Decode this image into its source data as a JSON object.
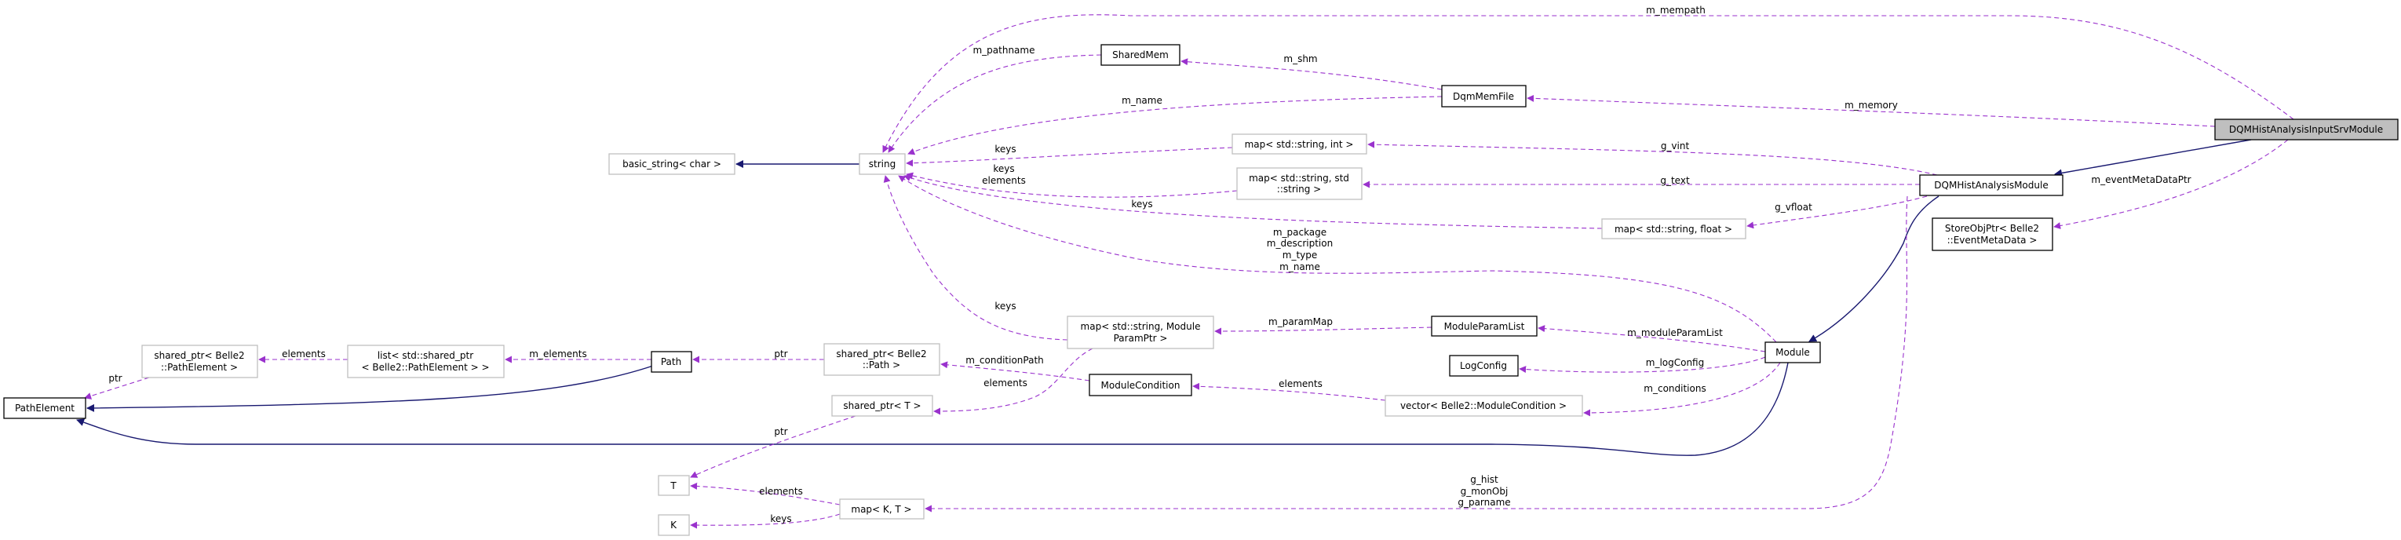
{
  "nodes": {
    "input_srv": [
      "DQMHistAnalysisInputSrvModule"
    ],
    "hist_analysis": [
      "DQMHistAnalysisModule"
    ],
    "store_obj_ptr": [
      "StoreObjPtr< Belle2",
      "::EventMetaData >"
    ],
    "map_float": [
      "map< std::string, float >"
    ],
    "module": [
      "Module"
    ],
    "dqm_mem_file": [
      "DqmMemFile"
    ],
    "shared_mem": [
      "SharedMem"
    ],
    "map_int": [
      "map< std::string, int >"
    ],
    "map_string": [
      "map< std::string, std",
      "::string >"
    ],
    "string": [
      "string"
    ],
    "basic_string": [
      "basic_string< char >"
    ],
    "map_param": [
      "map< std::string, Module",
      "ParamPtr >"
    ],
    "module_param_list": [
      "ModuleParamList"
    ],
    "log_config": [
      "LogConfig"
    ],
    "module_condition": [
      "ModuleCondition"
    ],
    "vector_condition": [
      "vector< Belle2::ModuleCondition >"
    ],
    "shared_ptr_path": [
      "shared_ptr< Belle2",
      "::Path >"
    ],
    "shared_ptr_t": [
      "shared_ptr< T >"
    ],
    "map_kt": [
      "map< K, T >"
    ],
    "t": [
      "T"
    ],
    "k": [
      "K"
    ],
    "path": [
      "Path"
    ],
    "list_shared_ptr": [
      "list< std::shared_ptr",
      "< Belle2::PathElement > >"
    ],
    "shared_ptr_path_element": [
      "shared_ptr< Belle2",
      "::PathElement >"
    ],
    "path_element": [
      "PathElement"
    ]
  },
  "edges": {
    "m_mempath": "m_mempath",
    "m_pathname": "m_pathname",
    "m_shm": "m_shm",
    "m_name": "m_name",
    "m_memory": "m_memory",
    "keys_int": "keys",
    "g_vint": "g_vint",
    "keys_elements": [
      "keys",
      "elements"
    ],
    "g_text": "g_text",
    "keys_float": "keys",
    "g_vfloat": "g_vfloat",
    "m_eventMetaDataPtr": "m_eventMetaDataPtr",
    "module_strings": [
      "m_package",
      "m_description",
      "m_type",
      "m_name"
    ],
    "keys_param": "keys",
    "m_paramMap": "m_paramMap",
    "m_moduleParamList": "m_moduleParamList",
    "m_logConfig": "m_logConfig",
    "m_conditions": "m_conditions",
    "elements_condition": "elements",
    "m_conditionPath": "m_conditionPath",
    "elements_shared_t": "elements",
    "ptr_path": "ptr",
    "m_elements": "m_elements",
    "elements_path_element": "elements",
    "ptr_path_element": "ptr",
    "ptr_t": "ptr",
    "elements_t": "elements",
    "keys_k": "keys",
    "g_maps": [
      "g_hist",
      "g_monObj",
      "g_parname"
    ]
  },
  "colors": {
    "usage_edge": "#9a32cd",
    "inheritance_edge": "#191970",
    "main_node_fill": "#bfbfbf",
    "external_border": "#bfbfbf"
  }
}
